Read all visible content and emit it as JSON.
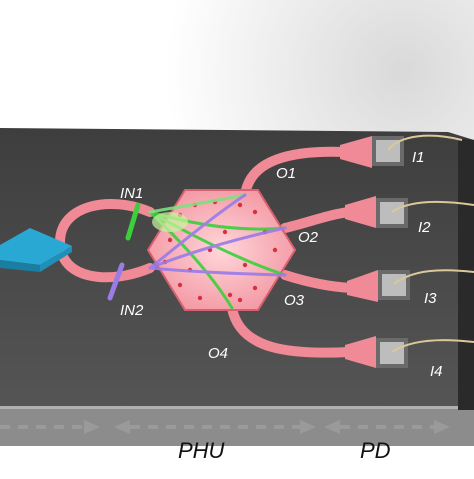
{
  "colors": {
    "chip_top": "#4a4a4a",
    "chip_front": "#8c8c8c",
    "waveguide": "#f08a96",
    "waveguide_edge": "#d86070",
    "hexagon": "#f2939f",
    "source": "#2aa8d4",
    "in1_mark": "#3ccf3c",
    "in2_mark": "#9a7be8",
    "detector_pad": "#b7b7b7",
    "wire": "#d8c89a",
    "arrow": "#9a9a9a"
  },
  "labels": {
    "in1": "IN1",
    "in2": "IN2",
    "outputs": [
      "O1",
      "O2",
      "O3",
      "O4"
    ],
    "currents": [
      "I1",
      "I2",
      "I3",
      "I4"
    ],
    "phu": "PHU",
    "pd": "PD"
  },
  "icons": {
    "source": "light-source-icon",
    "detector": "photodetector-icon"
  }
}
